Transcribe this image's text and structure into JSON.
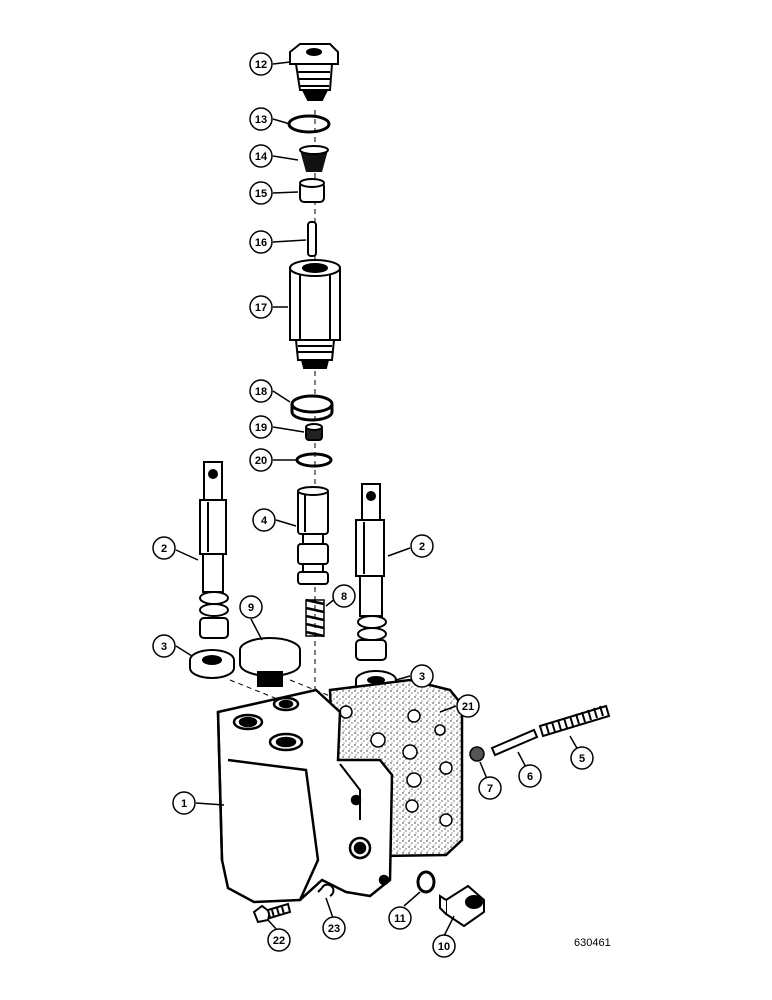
{
  "diagram": {
    "reference_number": "630461",
    "callouts": [
      {
        "label": "12"
      },
      {
        "label": "13"
      },
      {
        "label": "14"
      },
      {
        "label": "15"
      },
      {
        "label": "16"
      },
      {
        "label": "17"
      },
      {
        "label": "18"
      },
      {
        "label": "19"
      },
      {
        "label": "20"
      },
      {
        "label": "4"
      },
      {
        "label": "2"
      },
      {
        "label": "2"
      },
      {
        "label": "9"
      },
      {
        "label": "8"
      },
      {
        "label": "3"
      },
      {
        "label": "3"
      },
      {
        "label": "21"
      },
      {
        "label": "5"
      },
      {
        "label": "6"
      },
      {
        "label": "7"
      },
      {
        "label": "1"
      },
      {
        "label": "11"
      },
      {
        "label": "10"
      },
      {
        "label": "22"
      },
      {
        "label": "23"
      }
    ]
  }
}
